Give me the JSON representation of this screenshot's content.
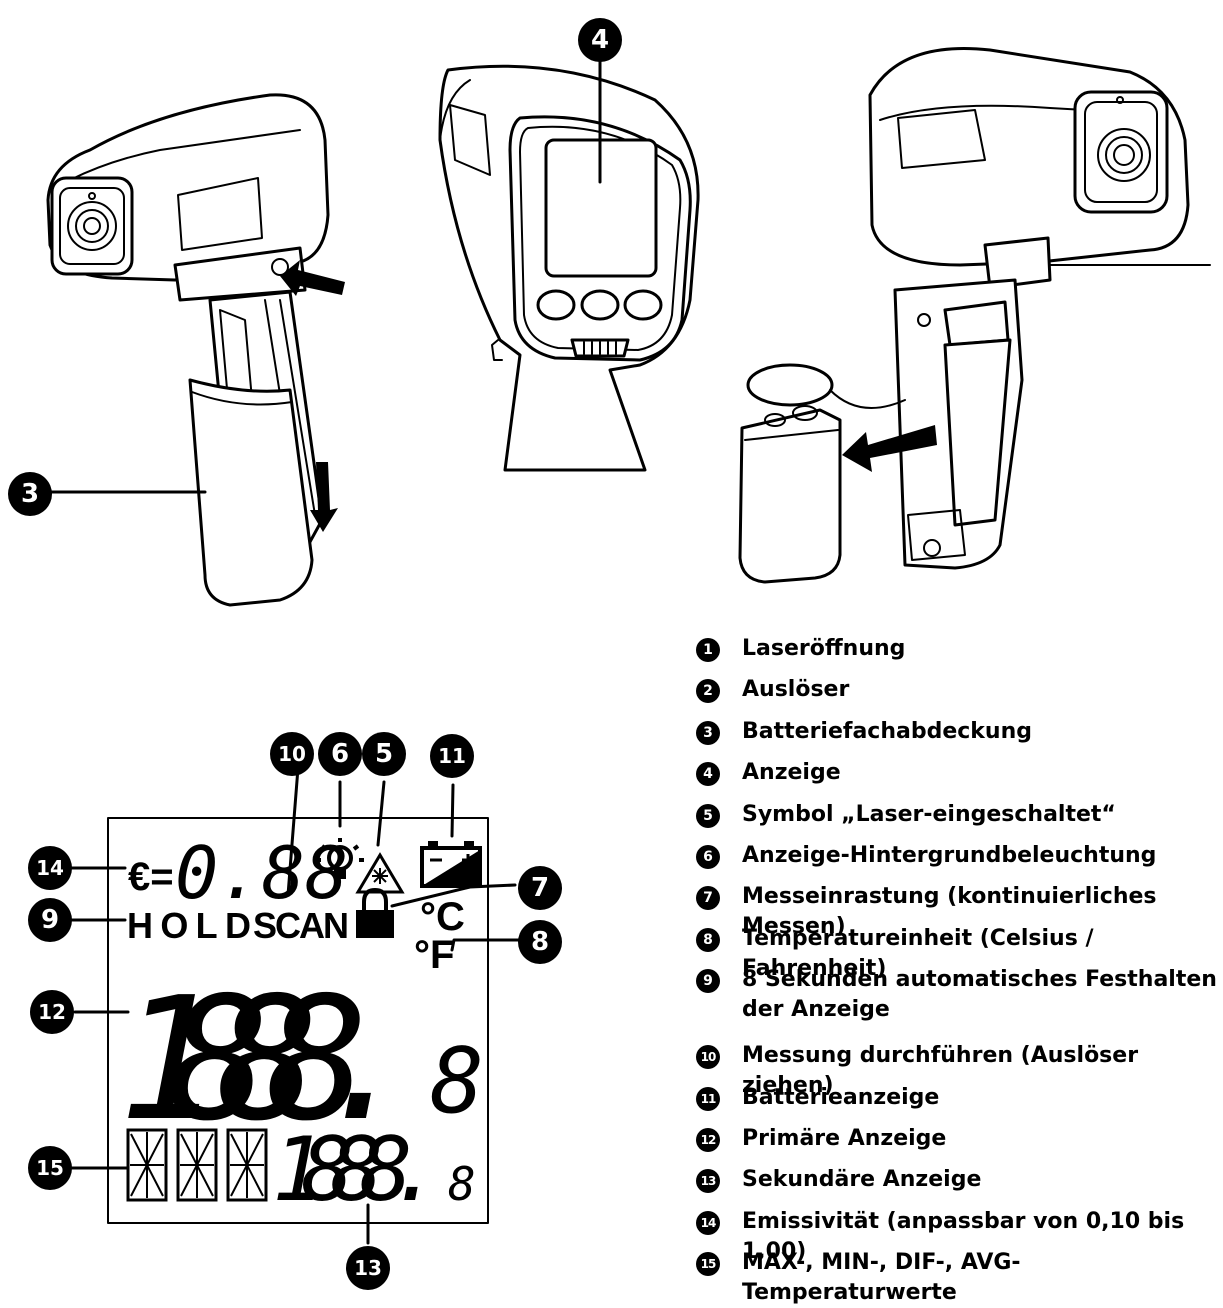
{
  "callouts": {
    "c3": "3",
    "c4": "4",
    "c5": "5",
    "c6": "6",
    "c7": "7",
    "c8": "8",
    "c9": "9",
    "c10": "10",
    "c11": "11",
    "c12": "12",
    "c13": "13",
    "c14": "14",
    "c15": "15"
  },
  "lcd": {
    "emissivity_prefix": "€=",
    "emissivity_value": "0.88",
    "hold_label": "HOLD",
    "scan_label": "SCAN",
    "unit_c": "°C",
    "unit_f": "°F",
    "primary_value": "1888.",
    "primary_decimal": "8",
    "secondary_value": "1888.",
    "secondary_decimal": "8"
  },
  "legend": [
    {
      "num": "1",
      "text": "Laseröffnung"
    },
    {
      "num": "2",
      "text": "Auslöser"
    },
    {
      "num": "3",
      "text": "Batteriefachabdeckung"
    },
    {
      "num": "4",
      "text": "Anzeige"
    },
    {
      "num": "5",
      "text": "Symbol „Laser-eingeschaltet“"
    },
    {
      "num": "6",
      "text": "Anzeige-Hintergrundbeleuchtung"
    },
    {
      "num": "7",
      "text": "Messeinrastung (kontinuierliches Messen)"
    },
    {
      "num": "8",
      "text": "Temperatureinheit (Celsius / Fahrenheit)"
    },
    {
      "num": "9",
      "text": "8 Sekunden automatisches Festhalten der Anzeige"
    },
    {
      "num": "10",
      "text": "Messung durchführen (Auslöser ziehen)"
    },
    {
      "num": "11",
      "text": "Batterieanzeige"
    },
    {
      "num": "12",
      "text": "Primäre Anzeige"
    },
    {
      "num": "13",
      "text": "Sekundäre Anzeige"
    },
    {
      "num": "14",
      "text": "Emissivität (anpassbar von 0,10 bis 1,00)"
    },
    {
      "num": "15",
      "text": "MAX-, MIN-, DIF-, AVG-Temperaturwerte"
    }
  ]
}
